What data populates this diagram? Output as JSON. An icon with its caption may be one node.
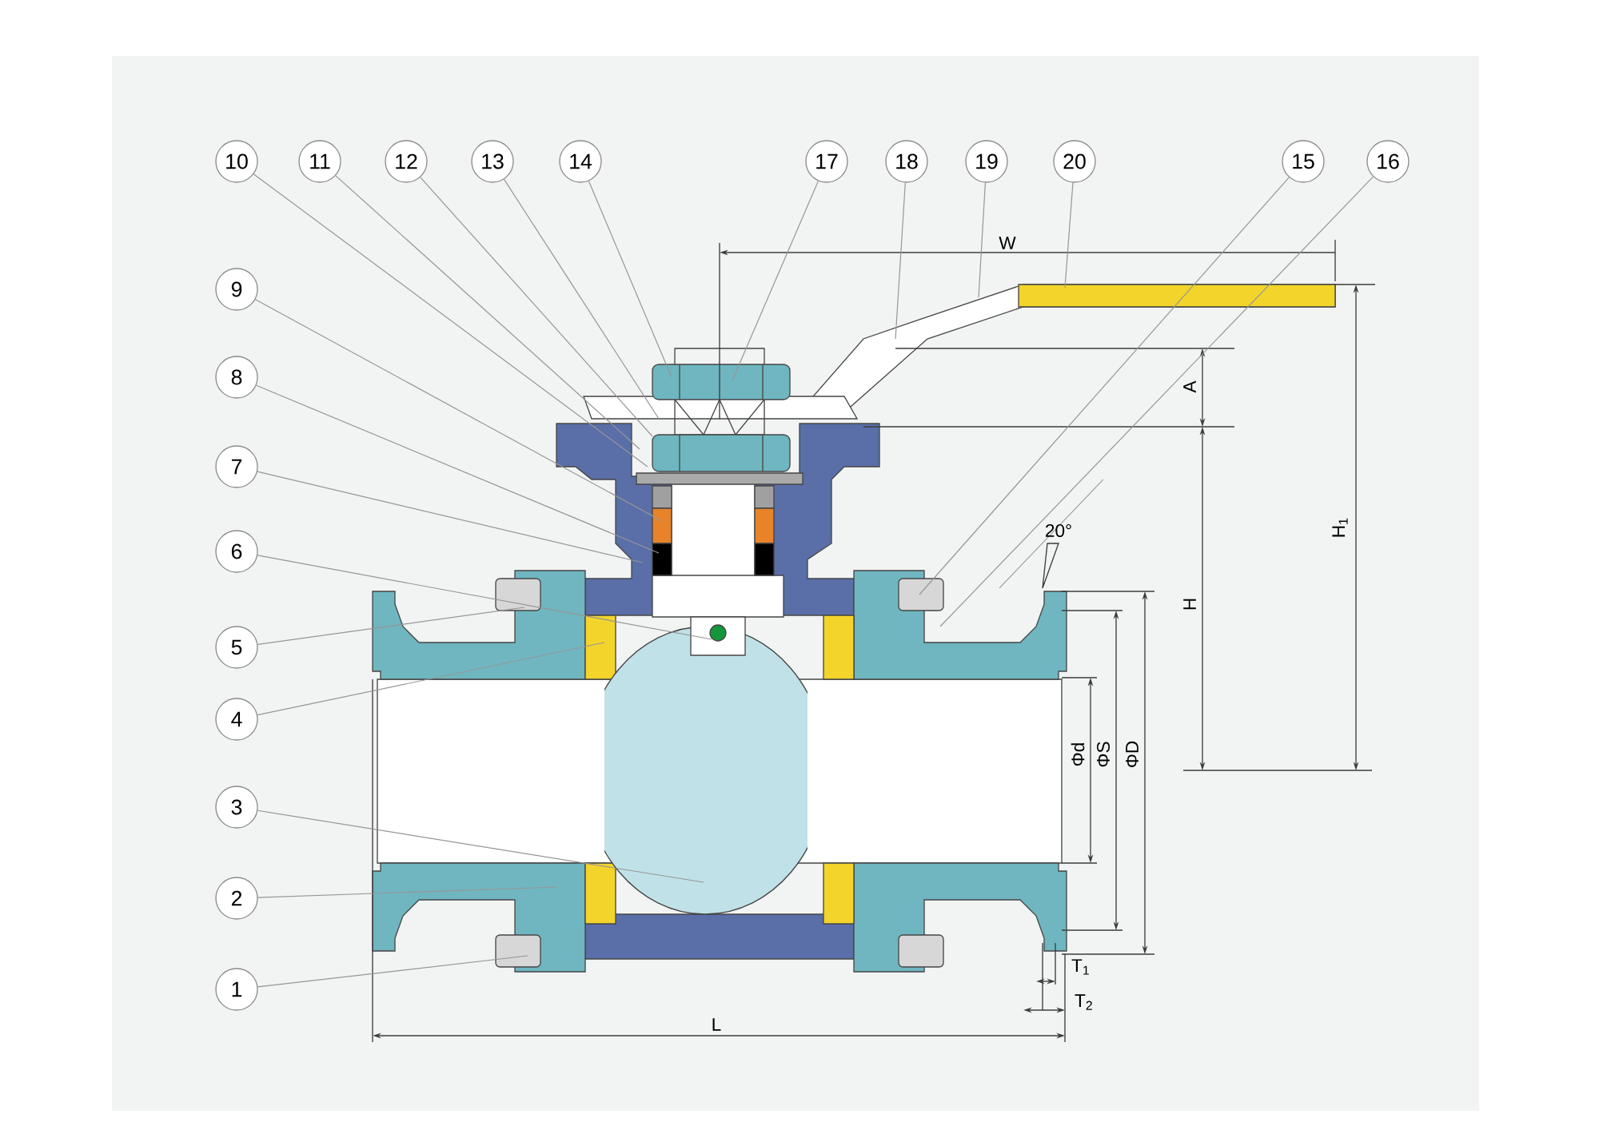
{
  "diagram": {
    "nodes": [
      {
        "text": [
          "10"
        ]
      },
      {
        "text": [
          "11"
        ]
      },
      {
        "text": [
          "12"
        ]
      },
      {
        "text": [
          "13"
        ]
      },
      {
        "text": [
          "14"
        ]
      },
      {
        "text": [
          "17"
        ]
      },
      {
        "text": [
          "18"
        ]
      },
      {
        "text": [
          "19"
        ]
      },
      {
        "text": [
          "20"
        ]
      },
      {
        "text": [
          "15"
        ]
      },
      {
        "text": [
          "16"
        ]
      },
      {
        "text": [
          "9"
        ]
      },
      {
        "text": [
          "8"
        ]
      },
      {
        "text": [
          "7"
        ]
      },
      {
        "text": [
          "6"
        ]
      },
      {
        "text": [
          "5"
        ]
      },
      {
        "text": [
          "4"
        ]
      },
      {
        "text": [
          "3"
        ]
      },
      {
        "text": [
          "2"
        ]
      },
      {
        "text": [
          "1"
        ]
      }
    ],
    "edges": [
      {
        "from": 0,
        "to": null,
        "arrow": "none"
      },
      {
        "from": 1,
        "to": null,
        "arrow": "none"
      },
      {
        "from": 2,
        "to": null,
        "arrow": "none"
      },
      {
        "from": 3,
        "to": null,
        "arrow": "none"
      },
      {
        "from": 4,
        "to": null,
        "arrow": "none"
      },
      {
        "from": 5,
        "to": null,
        "arrow": "none"
      },
      {
        "from": 6,
        "to": null,
        "arrow": "none"
      },
      {
        "from": 7,
        "to": null,
        "arrow": "none"
      },
      {
        "from": 8,
        "to": null,
        "arrow": "none"
      },
      {
        "from": 9,
        "to": null,
        "arrow": "none"
      },
      {
        "from": 10,
        "to": null,
        "arrow": "none"
      },
      {
        "from": 11,
        "to": null,
        "arrow": "none"
      },
      {
        "from": 12,
        "to": null,
        "arrow": "none"
      },
      {
        "from": 13,
        "to": null,
        "arrow": "none"
      },
      {
        "from": 14,
        "to": null,
        "arrow": "none"
      },
      {
        "from": 15,
        "to": null,
        "arrow": "none"
      },
      {
        "from": 16,
        "to": null,
        "arrow": "none"
      },
      {
        "from": 17,
        "to": null,
        "arrow": "none"
      },
      {
        "from": 18,
        "to": null,
        "arrow": "none"
      },
      {
        "from": 19,
        "to": null,
        "arrow": "none"
      }
    ],
    "labels": [
      "W",
      "20°",
      "A",
      "H$_{1}$",
      "H",
      "Φd",
      "ΦS",
      "ΦD",
      "T$_{1}$",
      "T$_{2}$",
      "L"
    ]
  }
}
